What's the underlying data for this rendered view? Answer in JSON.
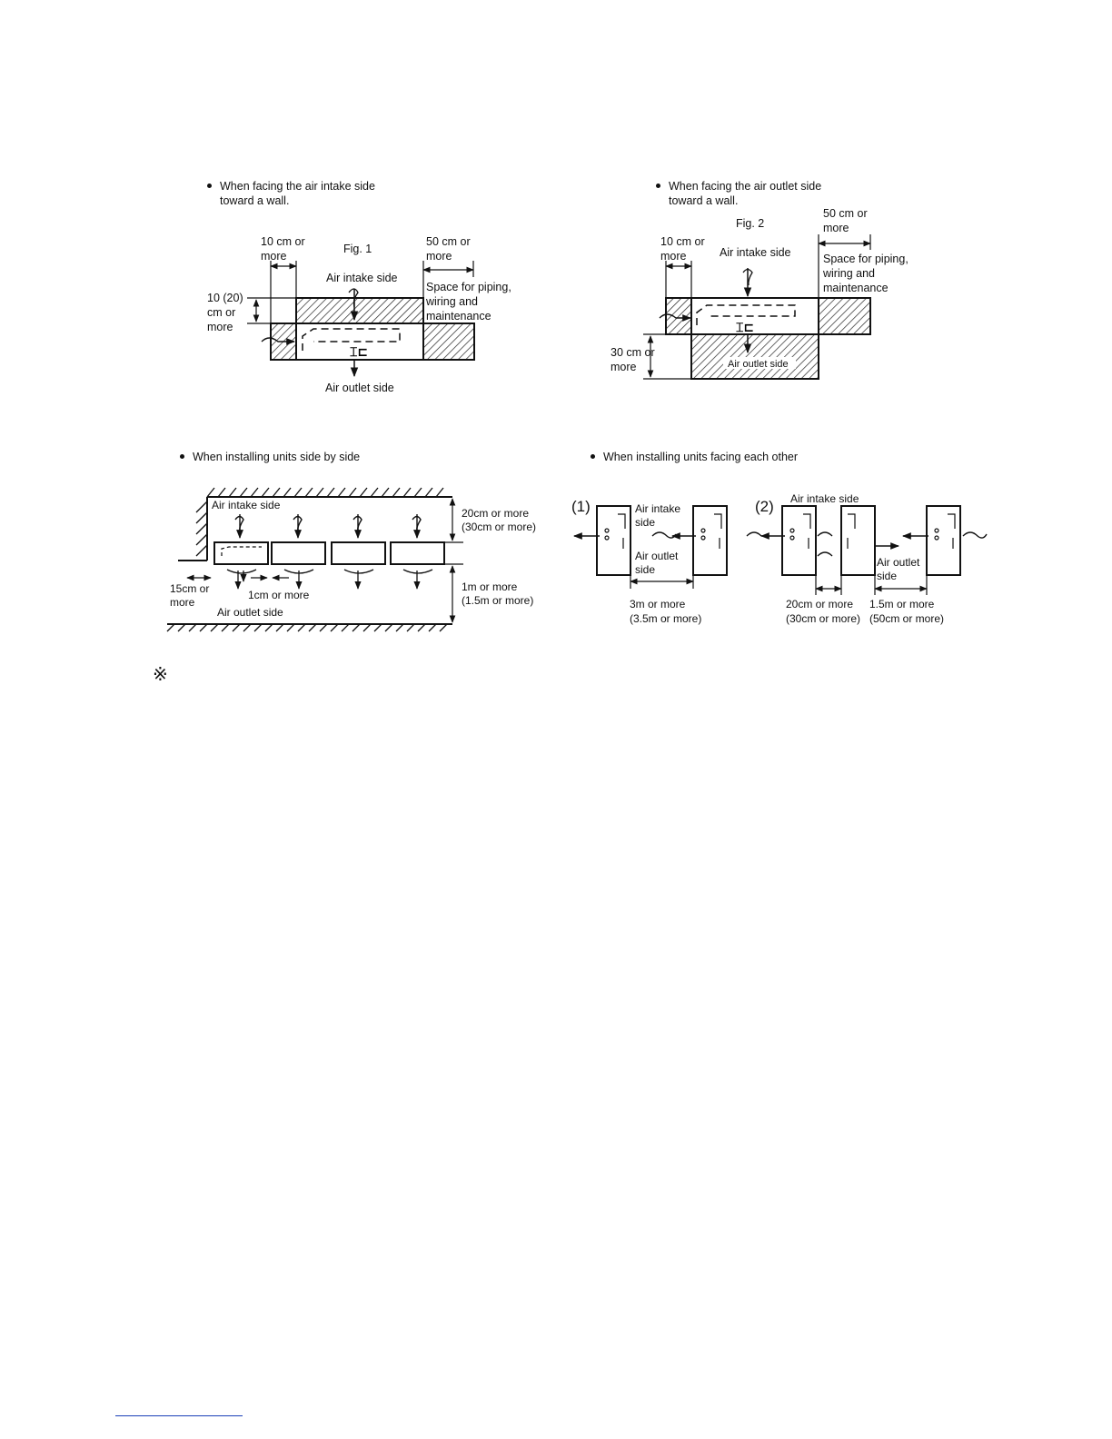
{
  "fig1": {
    "bullet_line1": "When facing the air intake side",
    "bullet_line2": "toward a wall.",
    "title": "Fig. 1",
    "left_clear_1": "10 cm or",
    "left_clear_2": "more",
    "right_clear_1": "50 cm or",
    "right_clear_2": "more",
    "intake": "Air intake side",
    "space_1": "Space for piping,",
    "space_2": "wiring and",
    "space_3": "maintenance",
    "top_clear_1": "10 (20)",
    "top_clear_2": "cm or",
    "top_clear_3": "more",
    "outlet": "Air outlet side"
  },
  "fig2": {
    "bullet_line1": "When facing the air outlet side",
    "bullet_line2": "toward a wall.",
    "title": "Fig. 2",
    "right_clear_1": "50 cm or",
    "right_clear_2": "more",
    "left_clear_1": "10 cm or",
    "left_clear_2": "more",
    "intake": "Air intake side",
    "space_1": "Space for piping,",
    "space_2": "wiring and",
    "space_3": "maintenance",
    "bottom_clear_1": "30 cm or",
    "bottom_clear_2": "more",
    "outlet": "Air outlet side"
  },
  "side_by_side": {
    "bullet": "When installing units side by side",
    "intake": "Air intake side",
    "top_clear_1": "20cm or more",
    "top_clear_2": "(30cm or more)",
    "left_clear_1": "15cm or",
    "left_clear_2": "more",
    "between": "1cm or more",
    "outlet": "Air outlet side",
    "bottom_clear_1": "1m or more",
    "bottom_clear_2": "(1.5m or more)"
  },
  "facing": {
    "bullet": "When installing units facing each other",
    "case1": "(1)",
    "case2": "(2)",
    "intake1_1": "Air intake",
    "intake1_2": "side",
    "outlet1_1": "Air outlet",
    "outlet1_2": "side",
    "dist1_1": "3m or more",
    "dist1_2": "(3.5m or more)",
    "intake2": "Air intake side",
    "outlet2_1": "Air outlet",
    "outlet2_2": "side",
    "dist2a_1": "20cm or more",
    "dist2a_2": "(30cm or more)",
    "dist2b_1": "1.5m or more",
    "dist2b_2": "(50cm or more)"
  },
  "note_mark": "※"
}
